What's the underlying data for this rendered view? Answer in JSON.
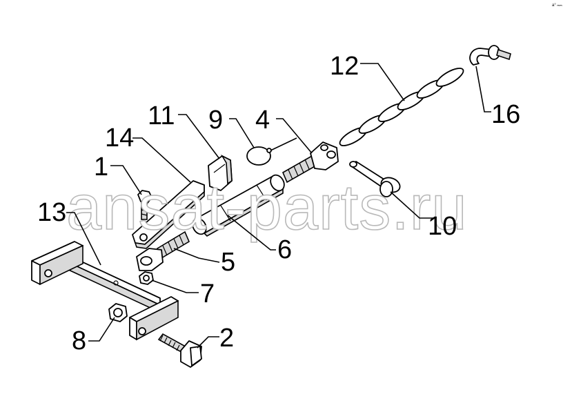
{
  "watermark": "ansat-parts.ru",
  "corner_mark": "a° ₘₘ",
  "parts": [
    {
      "id": "part-1",
      "label": "1"
    },
    {
      "id": "part-2",
      "label": "2"
    },
    {
      "id": "part-4",
      "label": "4"
    },
    {
      "id": "part-5",
      "label": "5"
    },
    {
      "id": "part-6",
      "label": "6"
    },
    {
      "id": "part-7",
      "label": "7"
    },
    {
      "id": "part-8",
      "label": "8"
    },
    {
      "id": "part-9",
      "label": "9"
    },
    {
      "id": "part-10",
      "label": "10"
    },
    {
      "id": "part-11",
      "label": "11"
    },
    {
      "id": "part-12",
      "label": "12"
    },
    {
      "id": "part-13",
      "label": "13"
    },
    {
      "id": "part-14",
      "label": "14"
    },
    {
      "id": "part-16",
      "label": "16"
    }
  ]
}
